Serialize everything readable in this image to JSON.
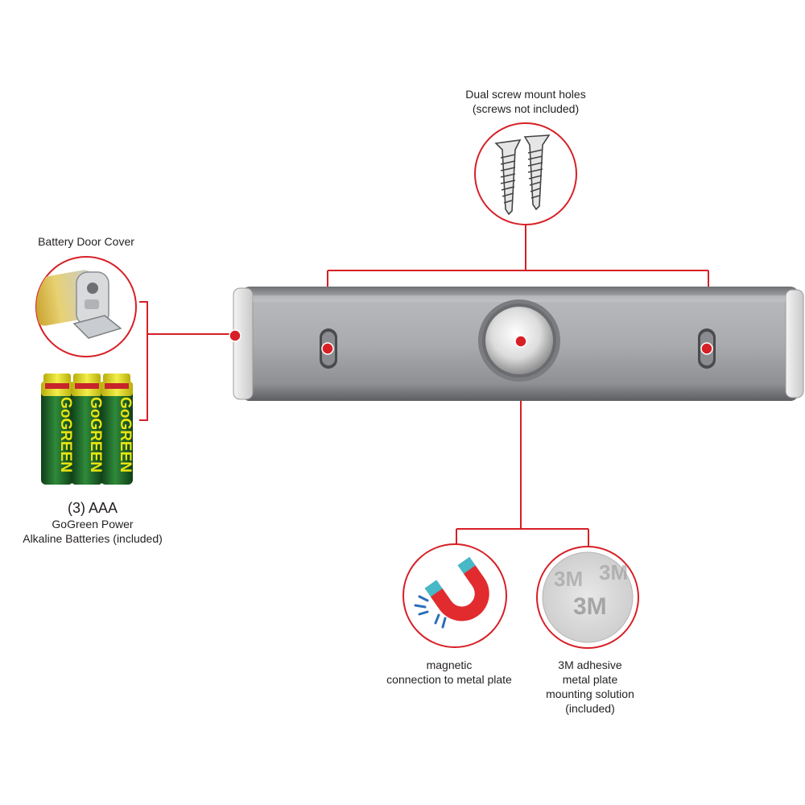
{
  "colors": {
    "accent": "#d71f26",
    "text": "#231f20",
    "housing": "#a6a8ab",
    "end_cap": "#e5e5e5",
    "battery_green": "#1d6b2a",
    "battery_yellow": "#e9e311",
    "magnet_red": "#e12b2e",
    "magnet_tip": "#48b7c6"
  },
  "callouts": {
    "screws": {
      "line1": "Dual screw mount holes",
      "line2": "(screws not included)",
      "icon": "screws-icon"
    },
    "battery_door": {
      "label": "Battery Door Cover",
      "icon": "battery-door-icon"
    },
    "batteries": {
      "line1": "(3) AAA",
      "line2": "GoGreen Power",
      "line3": "Alkaline Batteries (included)",
      "brand_text": "GoGREEN",
      "icon": "battery-icon"
    },
    "magnetic": {
      "line1": "magnetic",
      "line2": "connection to metal plate",
      "icon": "magnet-icon"
    },
    "adhesive": {
      "line1": "3M adhesive",
      "line2": "metal plate",
      "line3": "mounting solution",
      "line4": "(included)",
      "brand_text": "3M",
      "icon": "adhesive-plate-icon"
    }
  }
}
